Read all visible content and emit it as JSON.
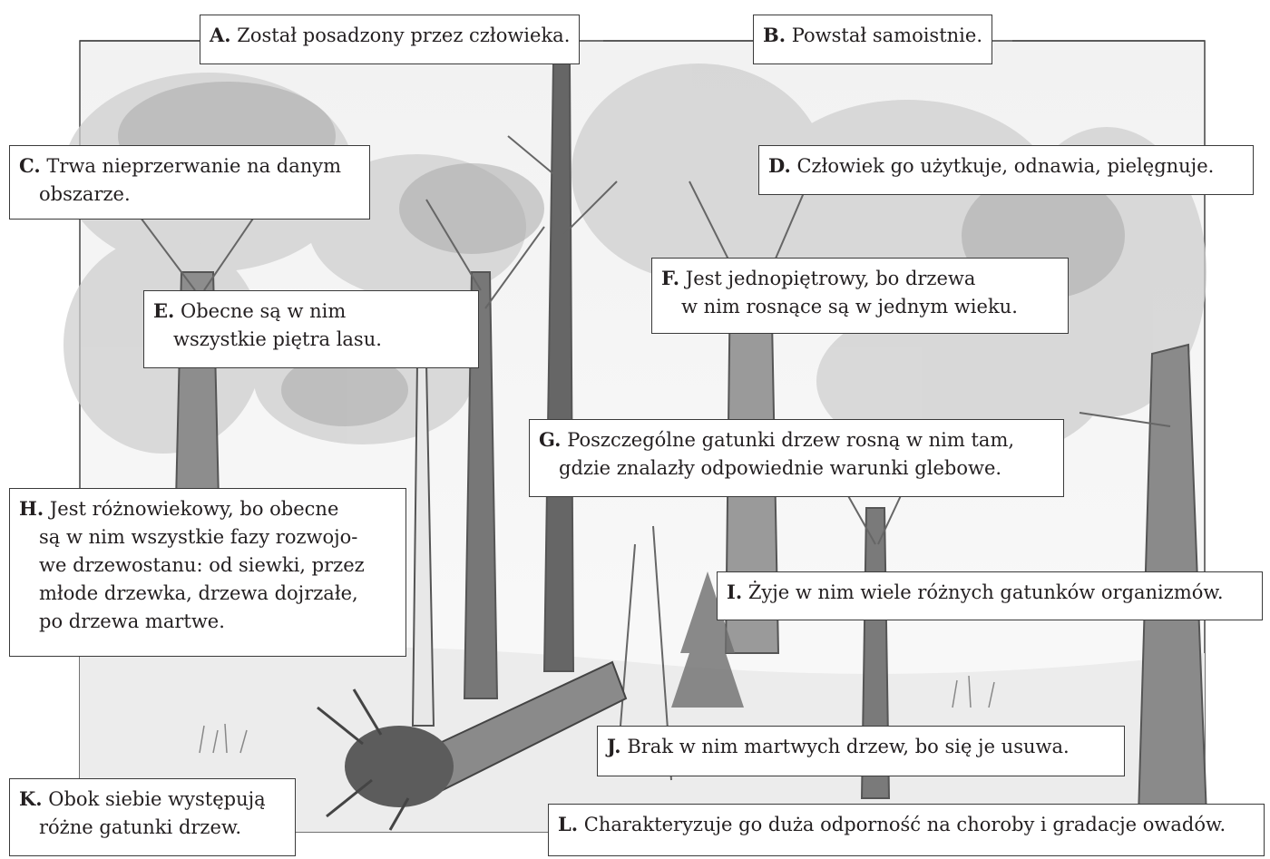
{
  "statements": [
    {
      "letter": "A.",
      "lines": [
        "Został posadzony przez człowieka."
      ]
    },
    {
      "letter": "B.",
      "lines": [
        "Powstał samoistnie."
      ]
    },
    {
      "letter": "C.",
      "lines": [
        "Trwa nieprzerwanie na danym",
        "obszarze."
      ]
    },
    {
      "letter": "D.",
      "lines": [
        "Człowiek go użytkuje, odnawia, pielęgnuje."
      ]
    },
    {
      "letter": "E.",
      "lines": [
        "Obecne są w nim",
        "wszystkie piętra lasu."
      ]
    },
    {
      "letter": "F.",
      "lines": [
        "Jest jednopiętrowy, bo drzewa",
        "w nim rosnące są w jednym wieku."
      ]
    },
    {
      "letter": "G.",
      "lines": [
        "Poszczególne gatunki drzew rosną w nim tam,",
        "gdzie znalazły odpowiednie warunki glebowe."
      ]
    },
    {
      "letter": "H.",
      "lines": [
        "Jest różnowiekowy, bo obecne",
        "są w nim wszystkie fazy rozwojo-",
        "we drzewostanu: od siewki, przez",
        "młode drzewka, drzewa dojrzałe,",
        "po drzewa martwe."
      ]
    },
    {
      "letter": "I.",
      "lines": [
        "Żyje w nim wiele różnych gatunków organizmów."
      ]
    },
    {
      "letter": "J.",
      "lines": [
        "Brak w nim martwych drzew, bo się je usuwa."
      ]
    },
    {
      "letter": "K.",
      "lines": [
        "Obok siebie występują",
        "różne gatunki drzew."
      ]
    },
    {
      "letter": "L.",
      "lines": [
        "Charakteryzuje go duża odporność na choroby i gradacje owadów."
      ]
    }
  ]
}
